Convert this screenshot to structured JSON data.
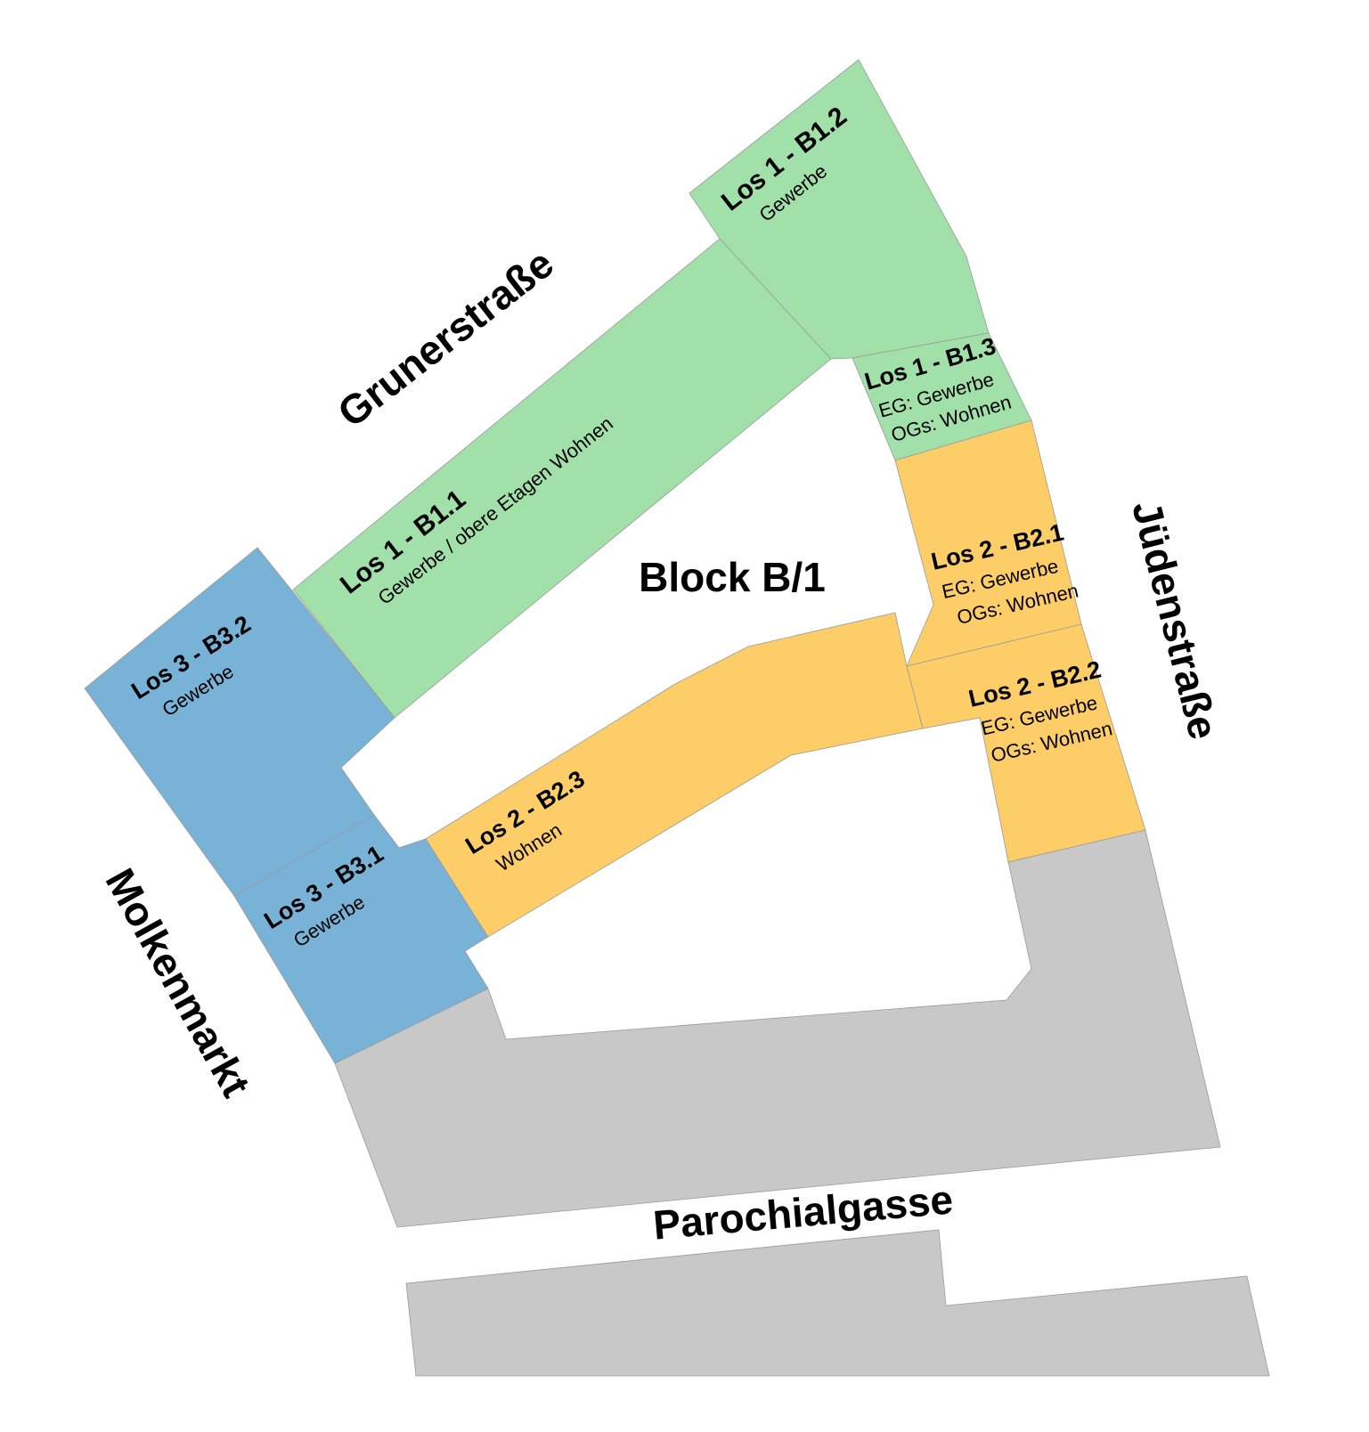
{
  "colors": {
    "los1": "#a2e0aa",
    "los2": "#fdcd68",
    "los3": "#78b2d6",
    "existing": "#c8c8c8",
    "background": "#ffffff"
  },
  "streets": {
    "grunerstrasse": "Grunerstraße",
    "juedenstrasse": "Jüdenstraße",
    "molkenmarkt": "Molkenmarkt",
    "parochialgasse": "Parochialgasse"
  },
  "block_label": "Block B/1",
  "plots": {
    "b1_1": {
      "title": "Los 1 - B1.1",
      "use": "Gewerbe / obere Etagen Wohnen"
    },
    "b1_2": {
      "title": "Los 1 - B1.2",
      "use": "Gewerbe"
    },
    "b1_3": {
      "title": "Los 1 - B1.3",
      "use_1": "EG: Gewerbe",
      "use_2": "OGs: Wohnen"
    },
    "b2_1": {
      "title": "Los 2 - B2.1",
      "use_1": "EG: Gewerbe",
      "use_2": "OGs: Wohnen"
    },
    "b2_2": {
      "title": "Los 2 - B2.2",
      "use_1": "EG: Gewerbe",
      "use_2": "OGs: Wohnen"
    },
    "b2_3": {
      "title": "Los 2 - B2.3",
      "use": "Wohnen"
    },
    "b3_1": {
      "title": "Los 3 - B3.1",
      "use": "Gewerbe"
    },
    "b3_2": {
      "title": "Los 3 - B3.2",
      "use": "Gewerbe"
    }
  }
}
